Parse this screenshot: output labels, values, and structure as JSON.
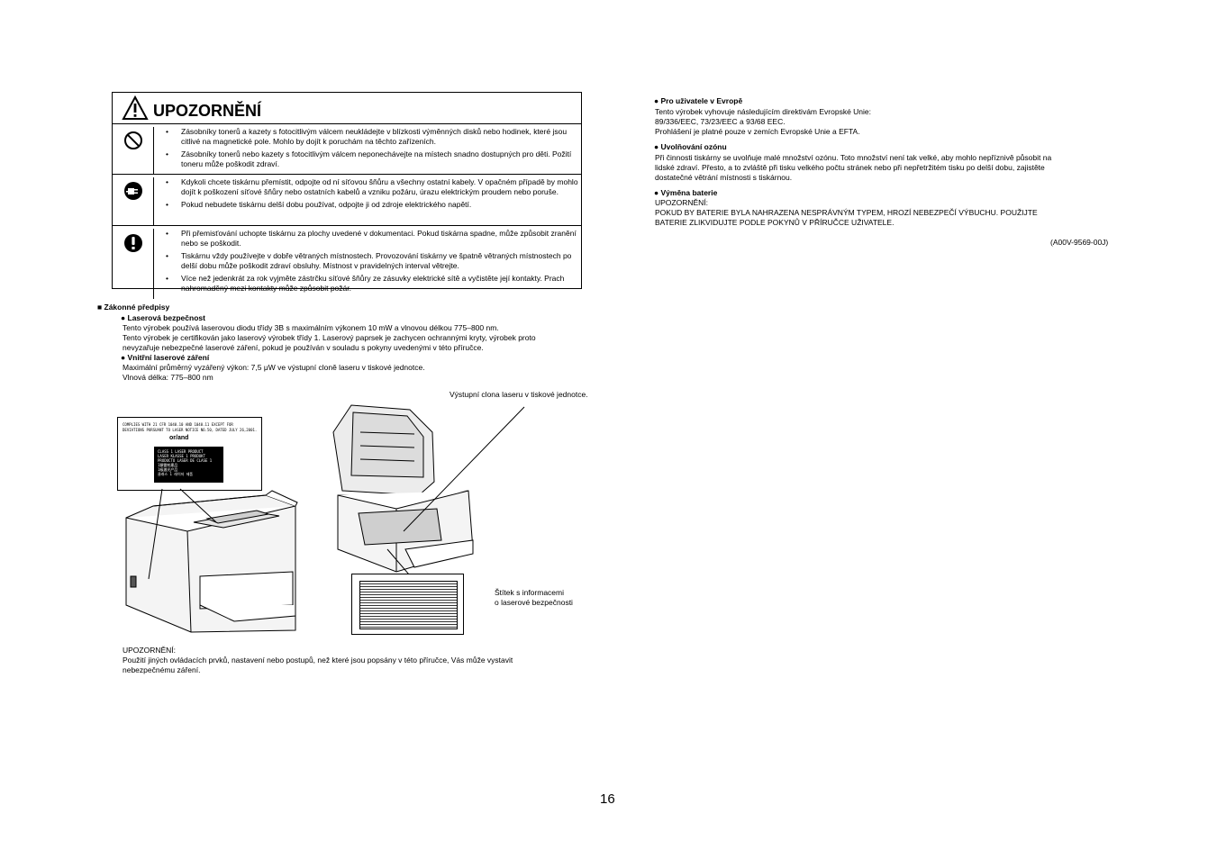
{
  "warning": {
    "title": "UPOZORNĚNÍ",
    "groups": [
      {
        "icon": "prohibition-icon",
        "items": [
          "Zásobníky tonerů a kazety s fotocitlivým válcem neukládejte v blízkosti výměnných disků nebo hodinek, které jsou citlivé na magnetické pole. Mohlo by dojít k poruchám na těchto zařízeních.",
          "Zásobníky tonerů nebo kazety s fotocitlivým válcem neponechávejte na místech snadno dostupných pro děti. Požití toneru může poškodit zdraví."
        ]
      },
      {
        "icon": "unplug-icon",
        "items": [
          "Kdykoli chcete tiskárnu přemístit, odpojte od ní síťovou šňůru a všechny ostatní kabely. V opačném případě by mohlo dojít k poškození síťové šňůry nebo ostatních kabelů a vzniku požáru, úrazu elektrickým proudem nebo poruše.",
          "Pokud nebudete tiskárnu delší dobu používat, odpojte ji od zdroje elektrického napětí."
        ]
      },
      {
        "icon": "exclamation-icon",
        "items": [
          "Při přemisťování uchopte tiskárnu za plochy uvedené v dokumentaci. Pokud tiskárna spadne, může způsobit zranění nebo se poškodit.",
          "Tiskárnu vždy používejte v dobře větraných místnostech. Provozování tiskárny ve špatně větraných místnostech po delší dobu může poškodit zdraví obsluhy. Místnost v pravidelných interval větrejte.",
          "Více než jedenkrát za rok vyjměte zástrčku síťové šňůry ze zásuvky elektrické sítě a vyčistěte její kontakty. Prach nahromaděný mezi kontakty může způsobit požár."
        ]
      }
    ]
  },
  "regulations": {
    "heading": "■ Zákonné předpisy",
    "laser_safety_heading": "● Laserová bezpečnost",
    "laser_safety_lines": [
      "Tento výrobek používá laserovou diodu třídy 3B s maximálním výkonem 10 mW a vlnovou délkou 775–800 nm.",
      "Tento výrobek je certifikován jako laserový výrobek třídy 1. Laserový paprsek je zachycen ochrannými kryty, výrobek proto",
      "nevyzařuje nebezpečné laserové záření, pokud je používán v souladu s pokyny uvedenými v této příručce."
    ],
    "internal_heading": "● Vnitřní laserové záření",
    "internal_lines": [
      "Maximální průměrný vyzářený výkon: 7,5 μW ve výstupní cloně laseru v tiskové jednotce.",
      "Vlnová délka: 775–800 nm"
    ]
  },
  "figure": {
    "aperture_callout": "Výstupní clona laseru v tiskové jednotce.",
    "label_callout_1": "Štítek s informacemi",
    "label_callout_2": "o laserové bezpečnosti",
    "compliance_text_1": "COMPLIES WITH 21 CFR 1040.10 AND 1040.11 EXCEPT FOR",
    "compliance_text_2": "DEVIATIONS PURSUANT TO LASER NOTICE NO.50, DATED JULY 26,2001.",
    "or_and": "or/and",
    "class_label_lines": [
      "CLASS 1 LASER PRODUCT",
      "LASER KLASSE 1 PRODUKT",
      "PRODUCTO LASER DE CLASE 1",
      "1類雷射產品",
      "1級激光产品",
      "클래스 1 레이저 제품"
    ]
  },
  "bottom_caution": {
    "title": "UPOZORNĚNÍ:",
    "line1": "Použití jiných ovládacích prvků, nastavení nebo postupů, než které jsou popsány v této příručce, Vás může vystavit",
    "line2": "nebezpečnému záření."
  },
  "right": {
    "europe_heading": "● Pro uživatele v Evropě",
    "europe_lines": [
      "Tento výrobek vyhovuje následujícím direktivám Evropské Unie:",
      "89/336/EEC, 73/23/EEC a 93/68 EEC.",
      "Prohlášení je platné pouze v zemích Evropské Unie a EFTA."
    ],
    "ozone_heading": "● Uvolňování ozónu",
    "ozone_lines": [
      "Při činnosti tiskárny se uvolňuje malé množství ozónu. Toto množství není tak velké, aby mohlo nepříznivě působit na",
      "lidské zdraví. Přesto, a to zvláště při tisku velkého počtu stránek nebo při nepřetržitém tisku po delší dobu, zajistěte",
      "dostatečné větrání místnosti s tiskárnou."
    ],
    "battery_heading": "● Výměna baterie",
    "battery_lines": [
      "UPOZORNĚNÍ:",
      "POKUD BY BATERIE BYLA NAHRAZENA NESPRÁVNÝM TYPEM, HROZÍ NEBEZPEČÍ VÝBUCHU. POUŽIJTE",
      "BATERIE ZLIKVIDUJTE PODLE POKYNŮ V PŘÍRUČCE UŽIVATELE."
    ],
    "doc_code": "(A00V-9569-00J)"
  },
  "page_number": "16"
}
